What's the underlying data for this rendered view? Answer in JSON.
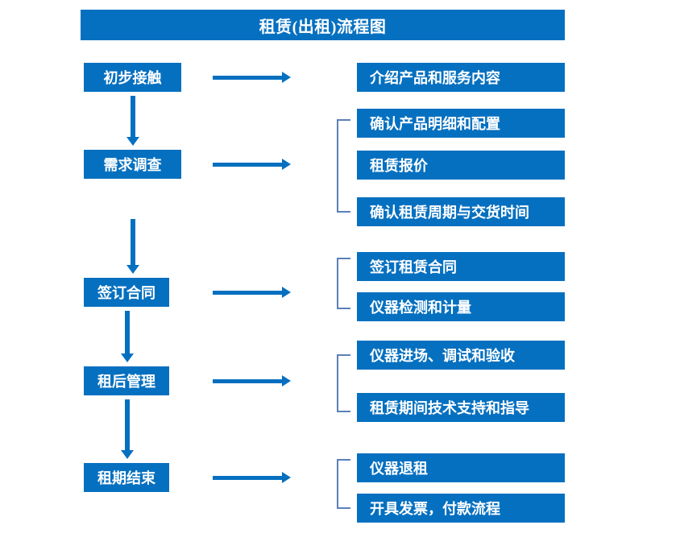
{
  "title": {
    "text": "租赁(出租)流程图"
  },
  "colors": {
    "box_fill": "#0670c0",
    "box_text": "#ffffff",
    "arrow": "#0670c0",
    "bracket": "#5b80b8",
    "background": "#ffffff"
  },
  "stages": [
    {
      "label": "初步接触"
    },
    {
      "label": "需求调查"
    },
    {
      "label": "签订合同"
    },
    {
      "label": "租后管理"
    },
    {
      "label": "租期结束"
    }
  ],
  "details": [
    {
      "label": "介绍产品和服务内容"
    },
    {
      "label": "确认产品明细和配置"
    },
    {
      "label": "租赁报价"
    },
    {
      "label": "确认租赁周期与交货时间"
    },
    {
      "label": "签订租赁合同"
    },
    {
      "label": "仪器检测和计量"
    },
    {
      "label": "仪器进场、调试和验收"
    },
    {
      "label": "租赁期间技术支持和指导"
    },
    {
      "label": "仪器退租"
    },
    {
      "label": "开具发票，付款流程"
    }
  ]
}
